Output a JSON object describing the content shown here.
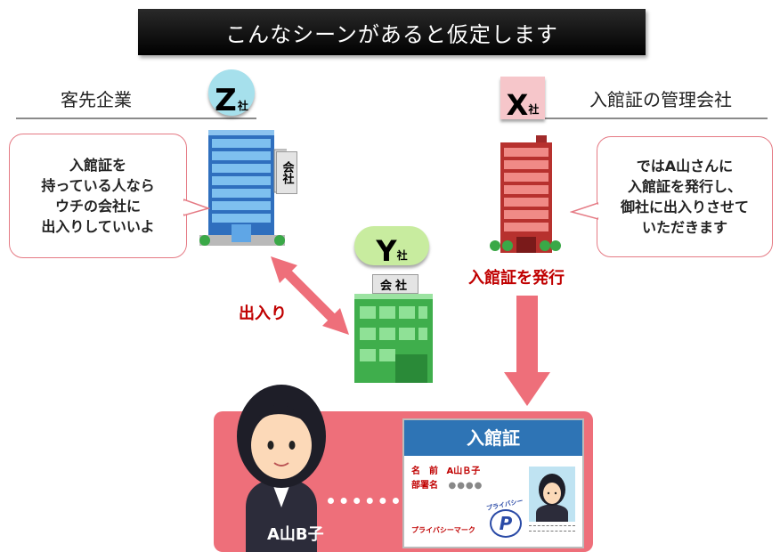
{
  "title": "こんなシーンがあると仮定します",
  "left_section": {
    "label": "客先企業"
  },
  "right_section": {
    "label": "入館証の管理会社"
  },
  "companies": {
    "z": {
      "letter": "Z",
      "suffix": "社",
      "building_sign": "会社"
    },
    "x": {
      "letter": "X",
      "suffix": "社"
    },
    "y": {
      "letter": "Y",
      "suffix": "社",
      "building_sign": "会社"
    }
  },
  "left_bubble": {
    "lines": [
      "入館証を",
      "持っている人なら",
      "ウチの会社に",
      "出入りしていいよ"
    ]
  },
  "right_bubble": {
    "lines": [
      "ではA山さんに",
      "入館証を発行し、",
      "御社に出入りさせて",
      "いただきます"
    ]
  },
  "issue_label": "入館証を発行",
  "access_label": "出入り",
  "person": {
    "name": "A山B子"
  },
  "pass_card": {
    "title": "入館証",
    "name_label": "名　前",
    "name_value": "A山Ｂ子",
    "dept_label": "部署名",
    "dept_value": "●●●●",
    "privacy_mark_label": "プライバシーマーク",
    "privacy_mark_text": "プライバシー",
    "privacy_mark_letter": "P"
  },
  "colors": {
    "accent": "#ee6f7a",
    "red_text": "#c00000",
    "card_blue": "#2e74b5",
    "building_blue": "#3a86d6",
    "building_red": "#d9534f",
    "building_green": "#5ec466"
  }
}
